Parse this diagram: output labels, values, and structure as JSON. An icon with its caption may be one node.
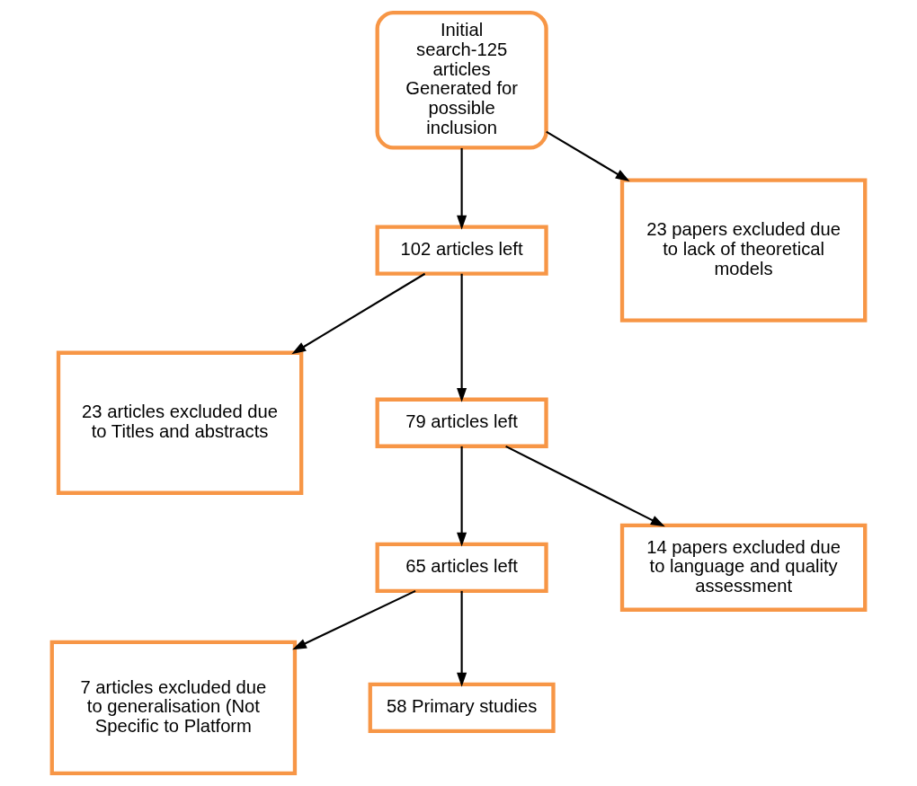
{
  "diagram": {
    "nodes": [
      {
        "text": [
          "Initial search-125 articles Generated for possible inclusion"
        ]
      },
      {
        "text": [
          "23 papers excluded due to lack of theoretical models"
        ]
      },
      {
        "text": [
          "102 articles left"
        ]
      },
      {
        "text": [
          "23 articles excluded due to Titles and abstracts"
        ]
      },
      {
        "text": [
          "79 articles left"
        ]
      },
      {
        "text": [
          "14 papers excluded due to language and quality assessment"
        ]
      },
      {
        "text": [
          "65 articles left"
        ]
      },
      {
        "text": [
          "7 articles excluded due to generalisation (Not Specific to Platform"
        ]
      },
      {
        "text": [
          "58 Primary studies"
        ]
      }
    ],
    "edges": [
      {
        "from": 0,
        "to": 2,
        "arrow": "to"
      },
      {
        "from": 0,
        "to": 1,
        "arrow": "to"
      },
      {
        "from": 2,
        "to": 4,
        "arrow": "to"
      },
      {
        "from": 2,
        "to": 3,
        "arrow": "to"
      },
      {
        "from": 4,
        "to": 6,
        "arrow": "to"
      },
      {
        "from": 4,
        "to": 5,
        "arrow": "to"
      },
      {
        "from": 6,
        "to": 8,
        "arrow": "to"
      },
      {
        "from": 6,
        "to": 7,
        "arrow": "to"
      }
    ]
  }
}
